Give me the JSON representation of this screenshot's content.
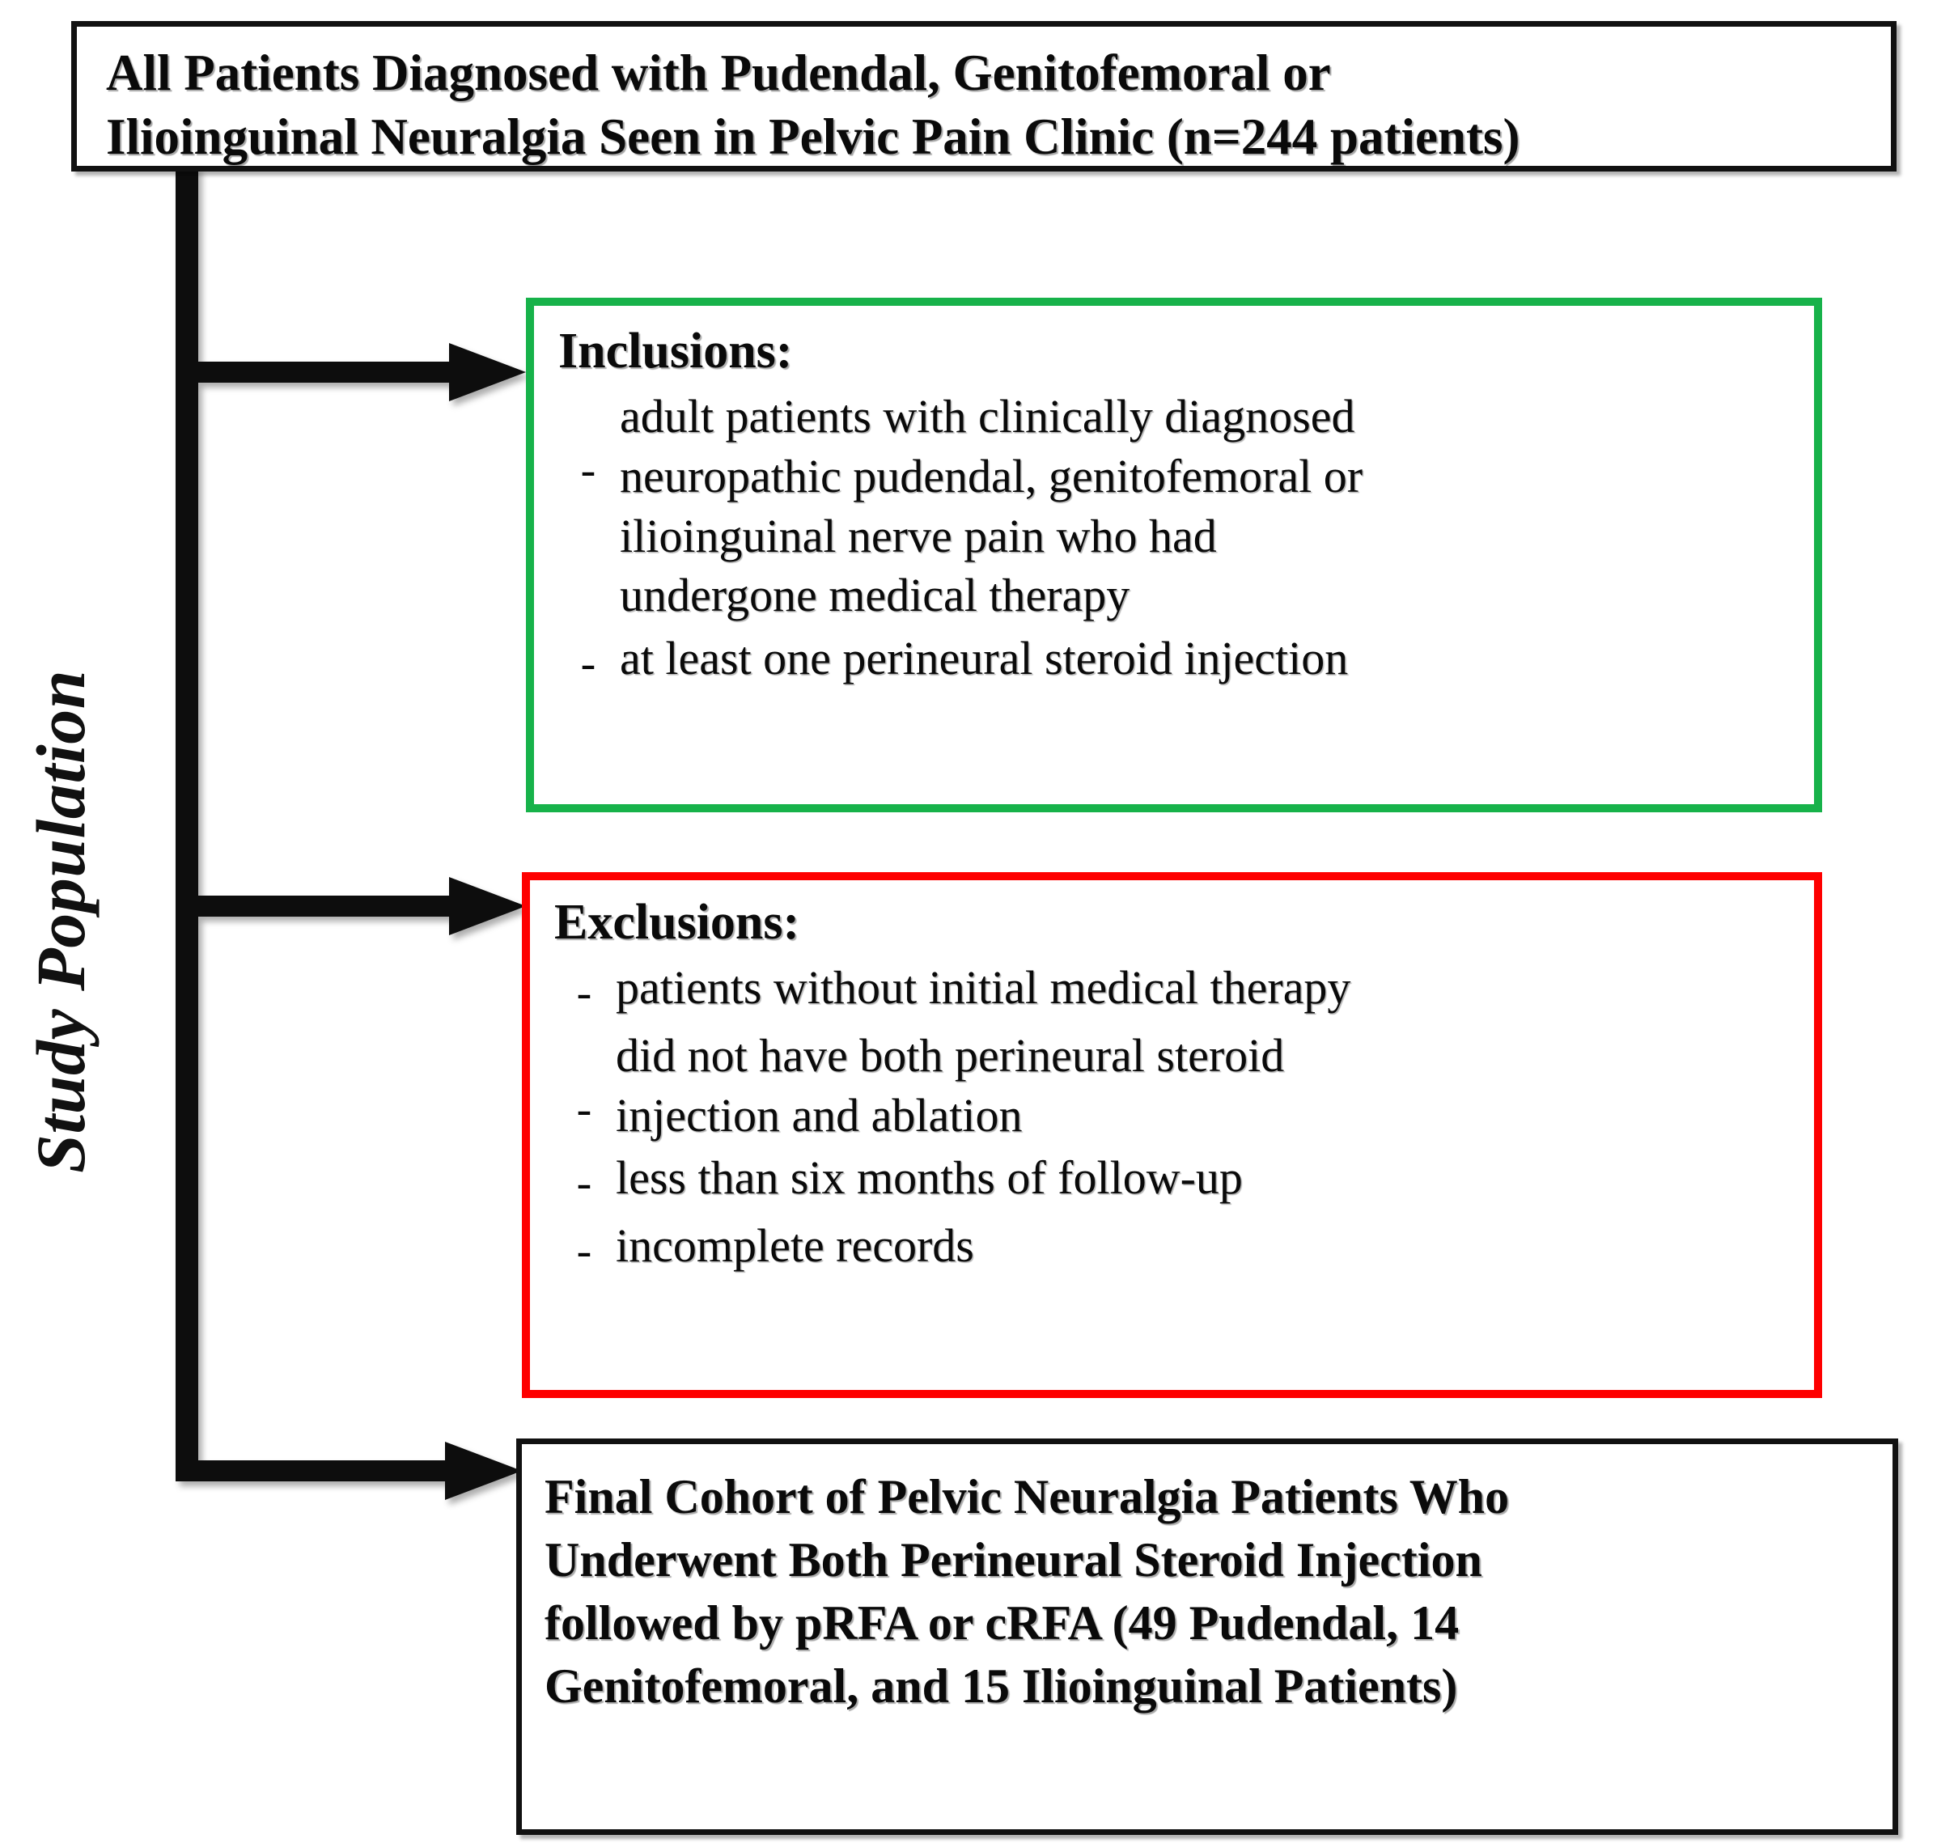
{
  "figure": {
    "type": "flowchart",
    "side_label": "Study Population",
    "colors": {
      "inclusion_border": "#17B24A",
      "exclusion_border": "#FE0000",
      "box_border": "#111111",
      "text": "#0A0A0A",
      "background": "#FFFFFF"
    }
  },
  "top_box": {
    "name": "all-patients-box",
    "lines": [
      "All Patients Diagnosed with Pudendal, Genitofemoral or",
      "Ilioinguinal Neuralgia Seen in Pelvic Pain Clinic (n=244 patients)"
    ],
    "count_label": "n=244 patients",
    "count": 244
  },
  "inclusions_box": {
    "name": "inclusions-box",
    "title": "Inclusions:",
    "bullet_marker": "-",
    "items": [
      {
        "lines": [
          "adult patients with clinically diagnosed",
          "neuropathic pudendal, genitofemoral or",
          "ilioinguinal nerve pain who had",
          "undergone medical therapy"
        ]
      },
      {
        "lines": [
          "at least one perineural steroid injection"
        ]
      }
    ]
  },
  "exclusions_box": {
    "name": "exclusions-box",
    "title": "Exclusions:",
    "bullet_marker": "-",
    "items": [
      {
        "lines": [
          "patients without initial medical therapy"
        ]
      },
      {
        "lines": [
          "did not have both perineural steroid",
          "injection and ablation"
        ]
      },
      {
        "lines": [
          "less than six months of follow-up"
        ]
      },
      {
        "lines": [
          "incomplete records"
        ]
      }
    ]
  },
  "final_box": {
    "name": "final-cohort-box",
    "lines": [
      "Final Cohort of Pelvic Neuralgia Patients Who",
      "Underwent Both Perineural Steroid Injection",
      "followed by pRFA or cRFA  (49 Pudendal, 14",
      "Genitofemoral, and 15 Ilioinguinal Patients)"
    ],
    "cohort_counts": {
      "pudendal": 49,
      "genitofemoral": 14,
      "ilioinguinal": 15
    }
  },
  "connectors": {
    "name": "flow-arrows",
    "count": 3,
    "targets": [
      "inclusions-box",
      "exclusions-box",
      "final-cohort-box"
    ]
  }
}
